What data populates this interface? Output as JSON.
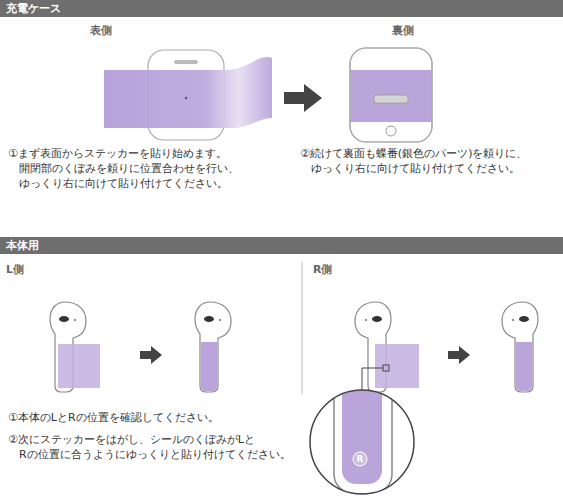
{
  "diagram": {
    "nodes": [
      {
        "text": [
          "充電ケース"
        ]
      },
      {
        "text": [
          "本体用"
        ]
      }
    ],
    "labels": [
      "表側",
      "裏側",
      "①まず表面からステッカーを貼り始めます。 開閉部のくぼみを頼りに位置合わせを行い、 ゆっくり右に向けて貼り付けてください。",
      "②続けて裏面も蝶番(銀色のパーツ)を頼りに、 ゆっくり右に向けて貼り付けてください。",
      "L側",
      "R側",
      "①本体のLとRの位置を確認してください。",
      "②次にステッカーをはがし、シールのくぼみがLと Rの位置に合うようにゆっくりと貼り付けてください。",
      "R"
    ]
  }
}
